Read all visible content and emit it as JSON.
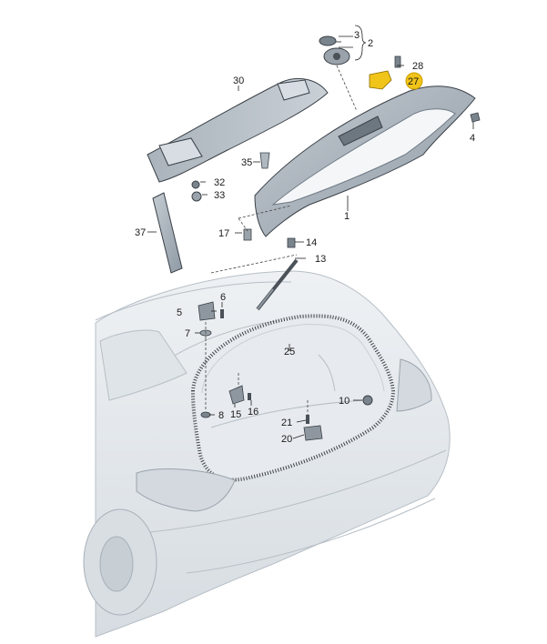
{
  "diagram": {
    "highlight_color": "#f0c419",
    "callouts": [
      {
        "id": "1",
        "label": "1"
      },
      {
        "id": "2",
        "label": "2"
      },
      {
        "id": "3",
        "label": "3"
      },
      {
        "id": "4",
        "label": "4"
      },
      {
        "id": "5",
        "label": "5"
      },
      {
        "id": "6",
        "label": "6"
      },
      {
        "id": "7",
        "label": "7"
      },
      {
        "id": "8",
        "label": "8"
      },
      {
        "id": "10",
        "label": "10"
      },
      {
        "id": "13",
        "label": "13"
      },
      {
        "id": "14",
        "label": "14"
      },
      {
        "id": "15",
        "label": "15"
      },
      {
        "id": "16",
        "label": "16"
      },
      {
        "id": "17",
        "label": "17"
      },
      {
        "id": "20",
        "label": "20"
      },
      {
        "id": "21",
        "label": "21"
      },
      {
        "id": "25",
        "label": "25"
      },
      {
        "id": "27",
        "label": "27"
      },
      {
        "id": "28",
        "label": "28"
      },
      {
        "id": "30",
        "label": "30"
      },
      {
        "id": "32",
        "label": "32"
      },
      {
        "id": "33",
        "label": "33"
      },
      {
        "id": "35",
        "label": "35"
      },
      {
        "id": "37",
        "label": "37"
      }
    ]
  }
}
